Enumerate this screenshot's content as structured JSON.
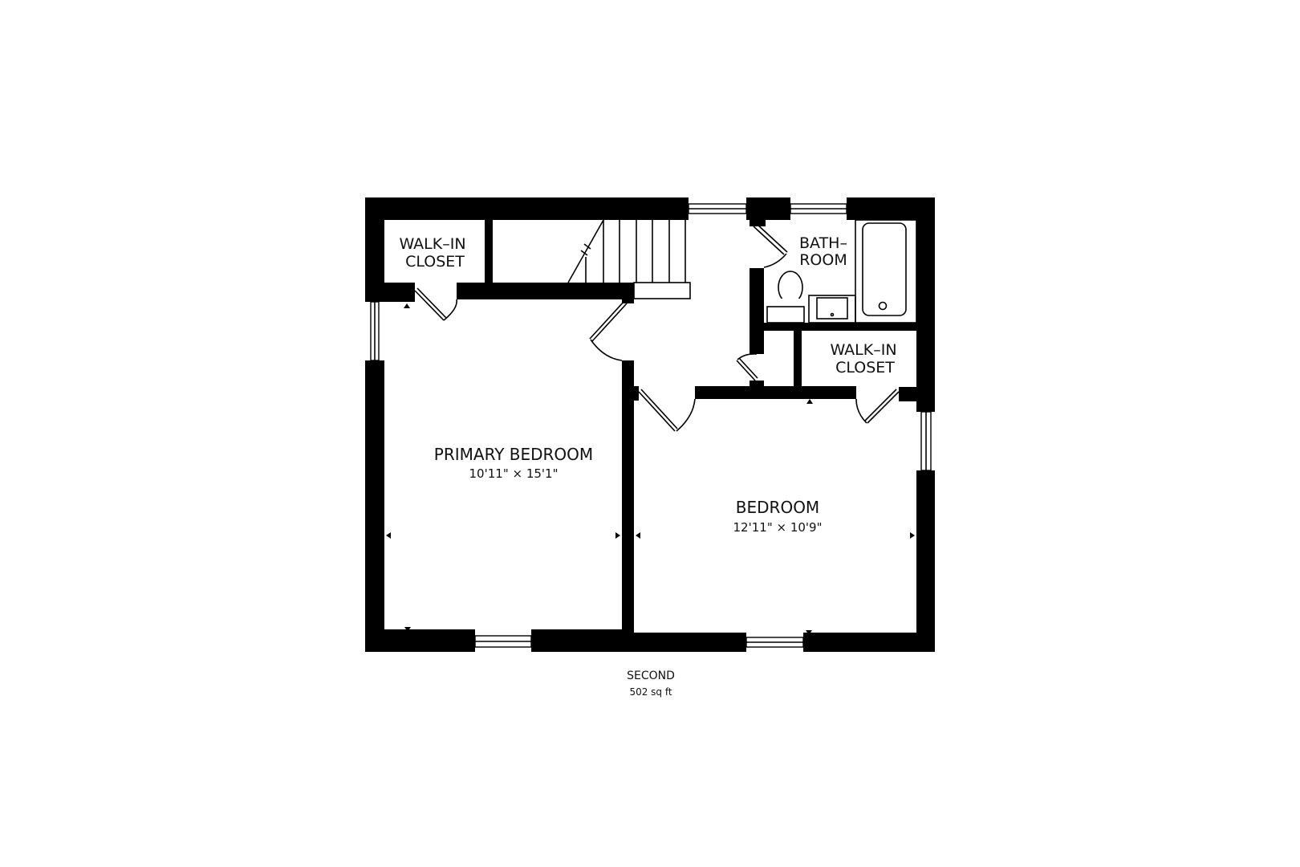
{
  "floor": {
    "name": "SECOND",
    "area": "502 sq ft"
  },
  "rooms": [
    {
      "id": "walk-in-closet-left",
      "line1": "WALK–IN",
      "line2": "CLOSET"
    },
    {
      "id": "bathroom",
      "line1": "BATH–",
      "line2": "ROOM"
    },
    {
      "id": "walk-in-closet-right",
      "line1": "WALK–IN",
      "line2": "CLOSET"
    },
    {
      "id": "primary-bedroom",
      "name": "PRIMARY BEDROOM",
      "dims": "10'11\" × 15'1\""
    },
    {
      "id": "bedroom",
      "name": "BEDROOM",
      "dims": "12'11\" × 10'9\""
    }
  ],
  "colors": {
    "wall": "#000000",
    "background": "#ffffff",
    "text": "#111111"
  }
}
